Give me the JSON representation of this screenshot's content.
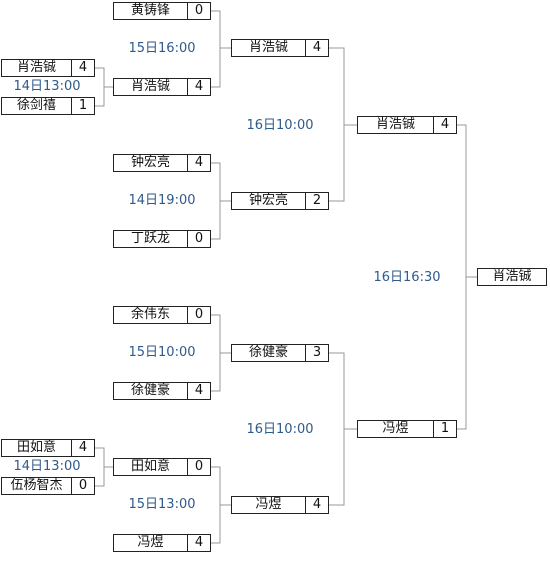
{
  "matches": {
    "m14a": {
      "time": "14日13:00",
      "p1": {
        "name": "肖浩铖",
        "score": "4"
      },
      "p2": {
        "name": "徐剑禧",
        "score": "1"
      }
    },
    "m14b": {
      "time": "14日13:00",
      "p1": {
        "name": "田如意",
        "score": "4"
      },
      "p2": {
        "name": "伍杨智杰",
        "score": "0"
      }
    },
    "m15a": {
      "time": "15日16:00",
      "p1": {
        "name": "黄铸锋",
        "score": "0"
      },
      "p2": {
        "name": "肖浩铖",
        "score": "4"
      }
    },
    "m15b": {
      "time": "14日19:00",
      "p1": {
        "name": "钟宏亮",
        "score": "4"
      },
      "p2": {
        "name": "丁跃龙",
        "score": "0"
      }
    },
    "m15c": {
      "time": "15日10:00",
      "p1": {
        "name": "余伟东",
        "score": "0"
      },
      "p2": {
        "name": "徐健豪",
        "score": "4"
      }
    },
    "m15d": {
      "time": "15日13:00",
      "p1": {
        "name": "田如意",
        "score": "0"
      },
      "p2": {
        "name": "冯煜",
        "score": "4"
      }
    },
    "m16a": {
      "time": "16日10:00",
      "p1": {
        "name": "肖浩铖",
        "score": "4"
      },
      "p2": {
        "name": "钟宏亮",
        "score": "2"
      }
    },
    "m16b": {
      "time": "16日10:00",
      "p1": {
        "name": "徐健豪",
        "score": "3"
      },
      "p2": {
        "name": "冯煜",
        "score": "4"
      }
    },
    "final": {
      "time": "16日16:30",
      "p1": {
        "name": "肖浩铖",
        "score": "4"
      },
      "p2": {
        "name": "冯煜",
        "score": "1"
      }
    },
    "champion": {
      "name": "肖浩铖"
    }
  },
  "colors": {
    "line": "#999999",
    "border": "#222222",
    "time": "#2f5a8a"
  }
}
